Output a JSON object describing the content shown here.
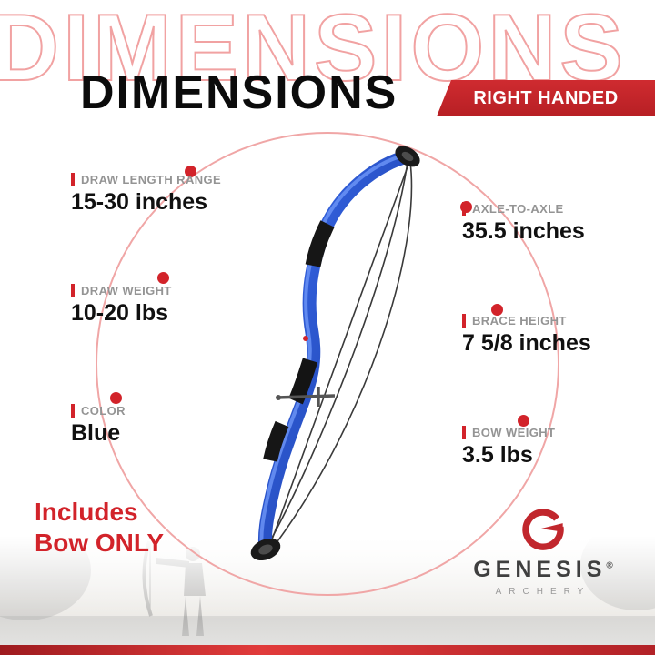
{
  "page": {
    "watermark": "DIMENSIONS",
    "title": "DIMENSIONS",
    "handed_banner": "RIGHT HANDED",
    "includes_line1": "Includes",
    "includes_line2": "Bow ONLY"
  },
  "specs": {
    "left": [
      {
        "label": "DRAW LENGTH RANGE",
        "value": "15-30 inches"
      },
      {
        "label": "DRAW WEIGHT",
        "value": "10-20 lbs"
      },
      {
        "label": "COLOR",
        "value": "Blue"
      }
    ],
    "right": [
      {
        "label": "AXLE-TO-AXLE",
        "value": "35.5 inches"
      },
      {
        "label": "BRACE HEIGHT",
        "value": "7 5/8 inches"
      },
      {
        "label": "BOW WEIGHT",
        "value": "3.5 lbs"
      }
    ]
  },
  "logo": {
    "brand": "GENESIS",
    "registered": "®",
    "sub": "ARCHERY"
  },
  "colors": {
    "accent_red": "#d2232a",
    "banner_red": "#c1272d",
    "circle_stroke": "#f0a6a6",
    "bow_blue": "#2050cc",
    "label_gray": "#949494"
  }
}
